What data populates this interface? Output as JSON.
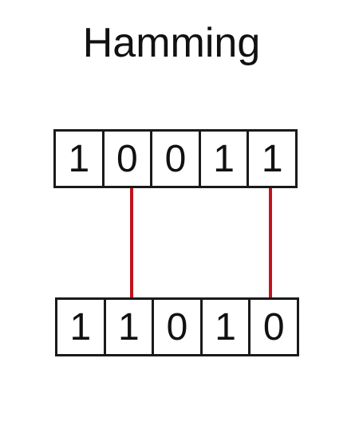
{
  "title": "Hamming",
  "top_row": [
    "1",
    "0",
    "0",
    "1",
    "1"
  ],
  "bottom_row": [
    "1",
    "1",
    "0",
    "1",
    "0"
  ],
  "differing_positions": [
    1,
    4
  ],
  "colors": {
    "connector": "#c0141c",
    "border": "#1a1a1a",
    "text": "#111111"
  }
}
